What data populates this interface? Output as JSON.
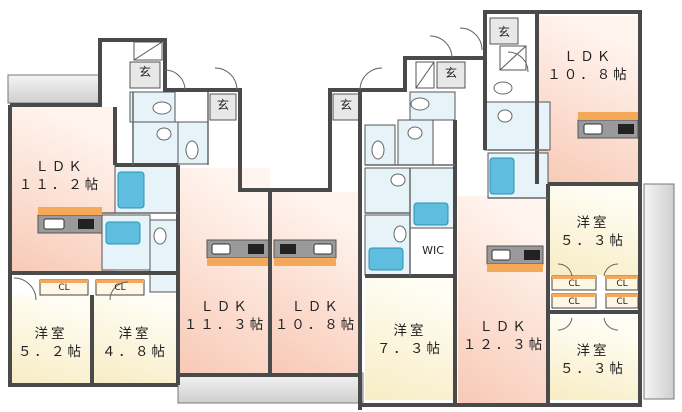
{
  "rooms": [
    {
      "id": "ldk-a",
      "label": "ＬＤＫ\n１１．２帖"
    },
    {
      "id": "ldk-b",
      "label": "ＬＤＫ\n１１．３帖"
    },
    {
      "id": "ldk-c",
      "label": "ＬＤＫ\n１０．８帖"
    },
    {
      "id": "ldk-d",
      "label": "ＬＤＫ\n１２．３帖"
    },
    {
      "id": "ldk-e",
      "label": "ＬＤＫ\n１０．８帖"
    },
    {
      "id": "room-a1",
      "label": "洋室\n５．２帖"
    },
    {
      "id": "room-a2",
      "label": "洋室\n４．８帖"
    },
    {
      "id": "room-c",
      "label": "洋室\n７．３帖"
    },
    {
      "id": "room-e1",
      "label": "洋室\n５．３帖"
    },
    {
      "id": "room-e2",
      "label": "洋室\n５．３帖"
    }
  ],
  "closet": "CL",
  "wic": "WIC",
  "entrance": "玄",
  "colors": {
    "ldk": "#fbe3d6",
    "room": "#fdf8df",
    "wet": "#dff2f8",
    "balcony": "#e3e3e3",
    "wall": "#4a4a4a",
    "counter": "#9a9a9a",
    "accent": "#f3a85a",
    "tub": "#59b9dc"
  }
}
